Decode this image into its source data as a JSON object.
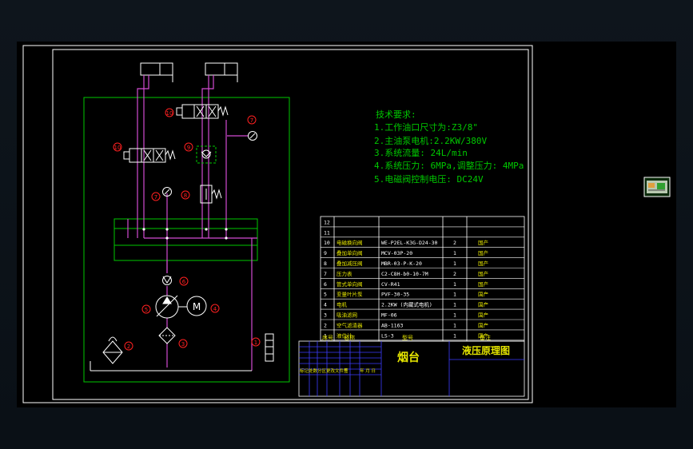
{
  "tech": {
    "title": "技术要求:",
    "line1": "1.工作油口尺寸为:Z3/8\"",
    "line2": "2.主油泵电机:2.2KW/380V",
    "line3": "3.系统流量: 24L/min",
    "line4": "4.系统压力: 6MPa,调整压力: 4MPa",
    "line5": "5.电磁阀控制电压: DC24V"
  },
  "bom": {
    "rows": [
      {
        "no": "12",
        "name": "",
        "model": "",
        "qty": "",
        "note": ""
      },
      {
        "no": "11",
        "name": "",
        "model": "",
        "qty": "",
        "note": ""
      },
      {
        "no": "10",
        "name": "电磁换向阀",
        "model": "WE-P2EL-K3G-D24-30",
        "qty": "2",
        "note": "国产"
      },
      {
        "no": "9",
        "name": "叠加单向阀",
        "model": "MCV-03P-20",
        "qty": "1",
        "note": "国产"
      },
      {
        "no": "8",
        "name": "叠加减压阀",
        "model": "MBR-03-P-K-20",
        "qty": "1",
        "note": "国产"
      },
      {
        "no": "7",
        "name": "压力表",
        "model": "C2-C8H-b0-10-7M",
        "qty": "2",
        "note": "国产"
      },
      {
        "no": "6",
        "name": "管式单向阀",
        "model": "CV-R41",
        "qty": "1",
        "note": "国产"
      },
      {
        "no": "5",
        "name": "变量叶片泵",
        "model": "PVF-30-35",
        "qty": "1",
        "note": "国产"
      },
      {
        "no": "4",
        "name": "电机",
        "model": "2.2KW (内藏式电机)",
        "qty": "1",
        "note": "国产"
      },
      {
        "no": "3",
        "name": "吸油滤网",
        "model": "MF-06",
        "qty": "1",
        "note": "国产"
      },
      {
        "no": "2",
        "name": "空气滤清器",
        "model": "AB-1163",
        "qty": "1",
        "note": "国产"
      },
      {
        "no": "1",
        "name": "液位计",
        "model": "LS-3",
        "qty": "1",
        "note": "国产"
      }
    ],
    "header_no": "序号",
    "header_name": "名称",
    "header_model": "型号",
    "header_qty": "",
    "header_note": "备注"
  },
  "title_block": {
    "project": "烟台",
    "drawing": "液压原理图",
    "small_left": "标记处数分区更改文件号",
    "small_mid": "签",
    "small_right": "年 月 日"
  },
  "callouts": [
    "10",
    "10",
    "7",
    "9",
    "7",
    "8",
    "6",
    "5",
    "4",
    "2",
    "3",
    "1"
  ],
  "motor_letter": "M",
  "colors": {
    "frame": "#ffffff",
    "green": "#00c800",
    "magenta": "#d24bd2",
    "cyan": "#22c8e6",
    "blue": "#3c3cff",
    "yellow": "#e6e600",
    "red": "#ff2020"
  }
}
